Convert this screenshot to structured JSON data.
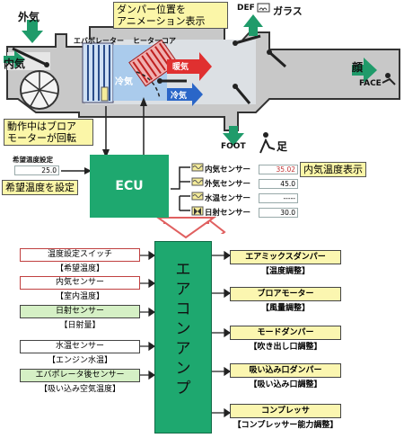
{
  "top": {
    "label_outside_air": "外気",
    "label_inside_air": "内気",
    "label_evaporator": "エバポレーター",
    "label_heater_core": "ヒーターコア",
    "callout_damper": "ダンパー位置を\nアニメーション表示",
    "label_def": "DEF",
    "label_glass": "ガラス",
    "label_face_jp": "顔",
    "label_face": "FACE",
    "label_foot": "FOOT",
    "label_foot_jp": "足",
    "label_cold": "冷気",
    "label_warm": "暖気",
    "label_cold2": "冷気",
    "callout_blower": "動作中はブロア\nモーターが回転",
    "label_set_temp_title": "希望温度設定",
    "set_temp_value": "25.0",
    "label_set_temp": "希望温度を設定",
    "ecu_label": "ECU",
    "label_inside_temp_display": "内気温度表示"
  },
  "sensors": [
    {
      "name": "内気センサー",
      "value": "35.02",
      "color": "#c03030"
    },
    {
      "name": "外気センサー",
      "value": "45.0",
      "color": "#222222"
    },
    {
      "name": "水温センサー",
      "value": "-----",
      "color": "#222222"
    },
    {
      "name": "日射センサー",
      "value": "30.0",
      "color": "#222222"
    }
  ],
  "inputs": [
    {
      "label": "温度設定スイッチ",
      "sub": "【希望温度】",
      "bg": "#ffffff",
      "border": "#c04040"
    },
    {
      "label": "内気センサー",
      "sub": "【室内温度】",
      "bg": "#ffffff",
      "border": "#c04040"
    },
    {
      "label": "日射センサー",
      "sub": "【日射量】",
      "bg": "#d5f0c5",
      "border": "#444444"
    },
    {
      "label": "水温センサー",
      "sub": "【エンジン水温】",
      "bg": "#ffffff",
      "border": "#444444"
    },
    {
      "label": "エバポレータ後センサー",
      "sub": "【吸い込み空気温度】",
      "bg": "#d5f0c5",
      "border": "#444444"
    }
  ],
  "amp_text": "エアコンアンプ",
  "outputs": [
    {
      "label": "エアミックスダンパー",
      "sub": "【温度調整】"
    },
    {
      "label": "ブロアモーター",
      "sub": "【風量調整】"
    },
    {
      "label": "モードダンパー",
      "sub": "【吹き出し口調整】"
    },
    {
      "label": "吸い込み口ダンパー",
      "sub": "【吸い込み口調整】"
    },
    {
      "label": "コンプレッサ",
      "sub": "【コンプレッサー能力調整】"
    }
  ],
  "colors": {
    "ecu_green": "#1ea86f",
    "duct_gray": "#c8c8c8",
    "warm_red": "#e03030",
    "cold_blue": "#2a66c8",
    "arrow_green": "#1f9b6a"
  }
}
